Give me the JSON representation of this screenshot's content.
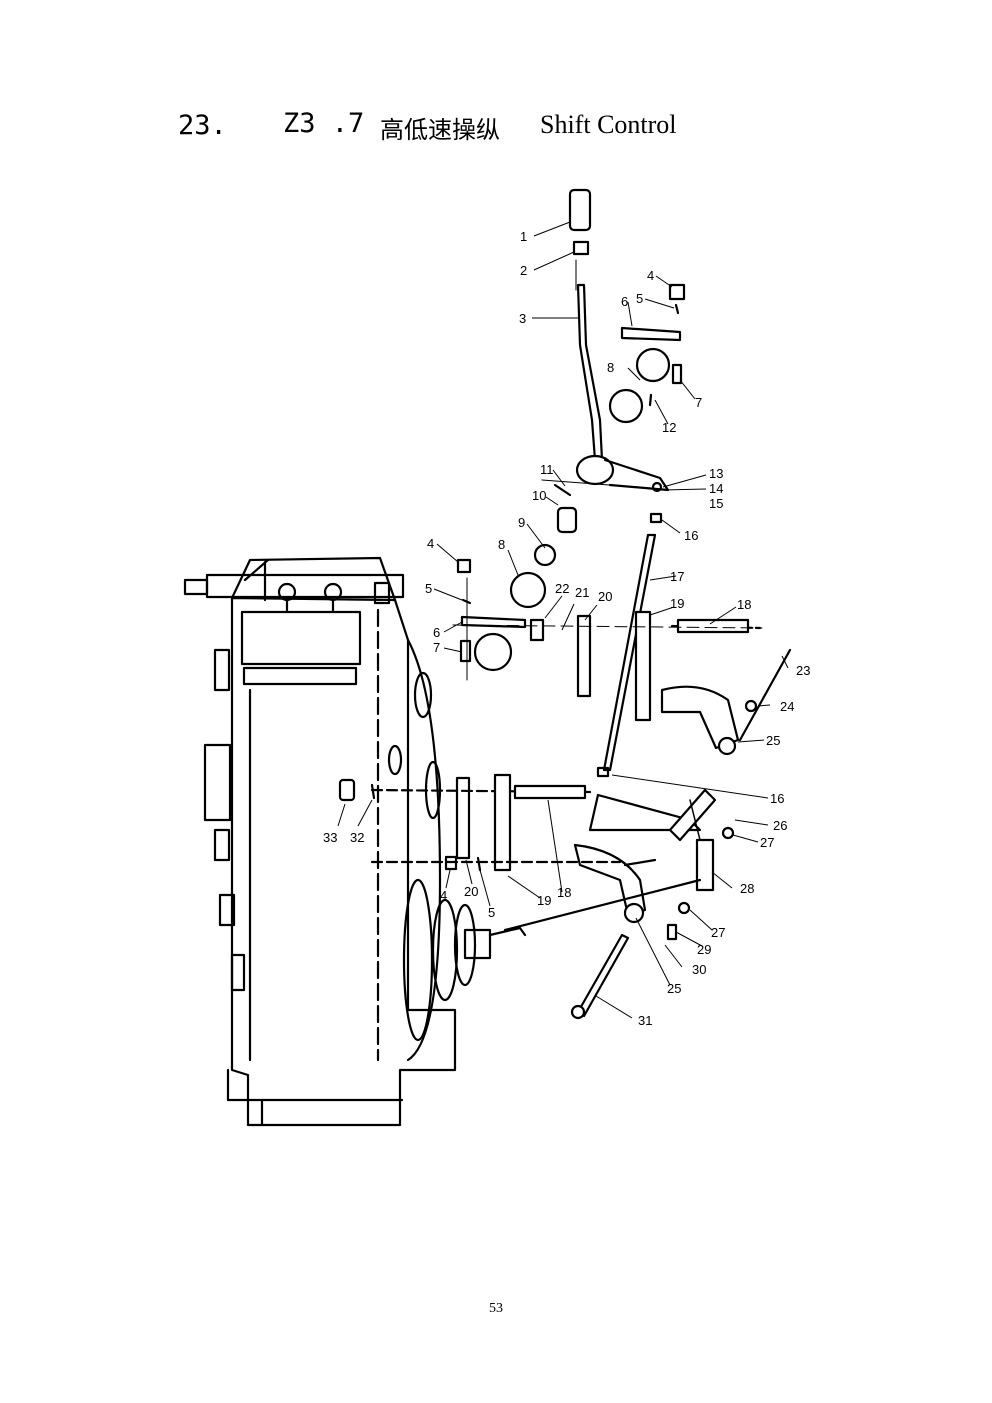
{
  "title": {
    "number": "23.",
    "code": "Z3 .7",
    "chinese": "高低速操纵",
    "english": "Shift Control"
  },
  "callouts": {
    "c1": "1",
    "c2": "2",
    "c3": "3",
    "c4a": "4",
    "c5a": "5",
    "c6a": "6",
    "c7a": "7",
    "c8a": "8",
    "c12": "12",
    "c11": "11",
    "c10": "10",
    "c13": "13",
    "c14": "14",
    "c15": "15",
    "c16a": "16",
    "c9": "9",
    "c4b": "4",
    "c8b": "8",
    "c5b": "5",
    "c6b": "6",
    "c7b": "7",
    "c22": "22",
    "c21": "21",
    "c20a": "20",
    "c19a": "19",
    "c18a": "18",
    "c17": "17",
    "c23": "23",
    "c24": "24",
    "c25a": "25",
    "c16b": "16",
    "c26": "26",
    "c27a": "27",
    "c28": "28",
    "c27b": "27",
    "c29": "29",
    "c30": "30",
    "c25b": "25",
    "c31": "31",
    "c33": "33",
    "c32": "32",
    "c4c": "4",
    "c20b": "20",
    "c5c": "5",
    "c19b": "19",
    "c18b": "18"
  },
  "page_number": "53"
}
